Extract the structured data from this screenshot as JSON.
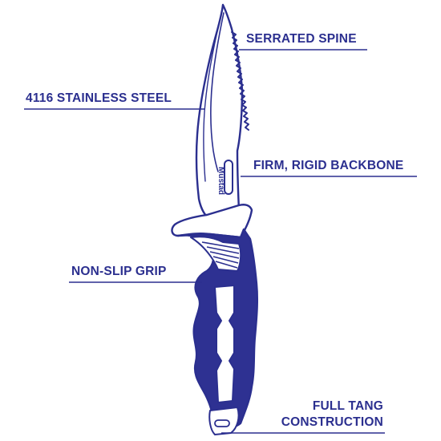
{
  "colors": {
    "ink": "#2b2f8f",
    "handle_fill": "#2e3192",
    "blade_fill": "#ffffff",
    "background": "#ffffff"
  },
  "brand": "Mustad",
  "callouts": {
    "serrated_spine": "SERRATED SPINE",
    "stainless_steel": "4116 STAINLESS STEEL",
    "rigid_backbone": "FIRM, RIGID BACKBONE",
    "non_slip_grip": "NON-SLIP GRIP",
    "full_tang_line1": "FULL TANG",
    "full_tang_line2": "CONSTRUCTION"
  }
}
